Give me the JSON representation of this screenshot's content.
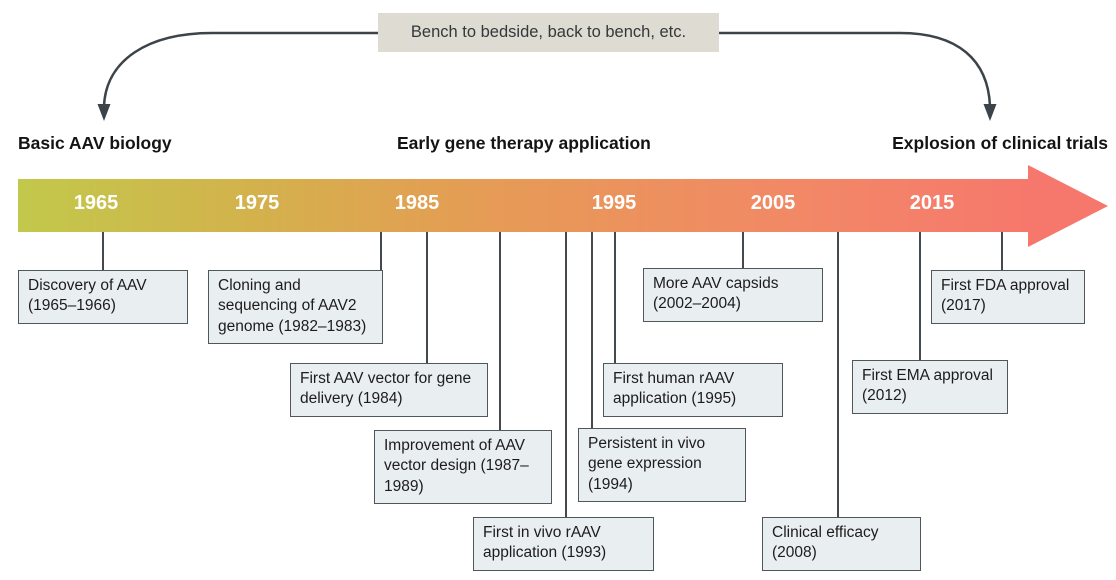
{
  "banner": {
    "label": "Bench to bedside, back to bench, etc."
  },
  "sections": [
    {
      "label": "Basic AAV biology"
    },
    {
      "label": "Early gene therapy application"
    },
    {
      "label": "Explosion of clinical trials"
    }
  ],
  "timeline": {
    "years": [
      "1965",
      "1975",
      "1985",
      "1995",
      "2005",
      "2015"
    ]
  },
  "events": [
    {
      "text": "Discovery of AAV (1965–1966)"
    },
    {
      "text": "Cloning and sequencing of AAV2 genome (1982–1983)"
    },
    {
      "text": "First AAV vector for gene delivery (1984)"
    },
    {
      "text": "Improvement of AAV vector design (1987–1989)"
    },
    {
      "text": "First in vivo rAAV application (1993)"
    },
    {
      "text": "Persistent in vivo gene expression (1994)"
    },
    {
      "text": "First human rAAV application (1995)"
    },
    {
      "text": "More AAV capsids (2002–2004)"
    },
    {
      "text": "Clinical efficacy (2008)"
    },
    {
      "text": "First EMA approval (2012)"
    },
    {
      "text": "First FDA approval (2017)"
    }
  ],
  "colors": {
    "bar_gradient_start": "#c2c84b",
    "bar_gradient_mid": "#e39f53",
    "bar_gradient_end": "#f6786c",
    "box_fill": "#e9eef0",
    "box_border": "#50575a",
    "banner_fill": "#dedbd2",
    "feedback_arrow": "#3d4449",
    "year_text": "#ffffff"
  }
}
